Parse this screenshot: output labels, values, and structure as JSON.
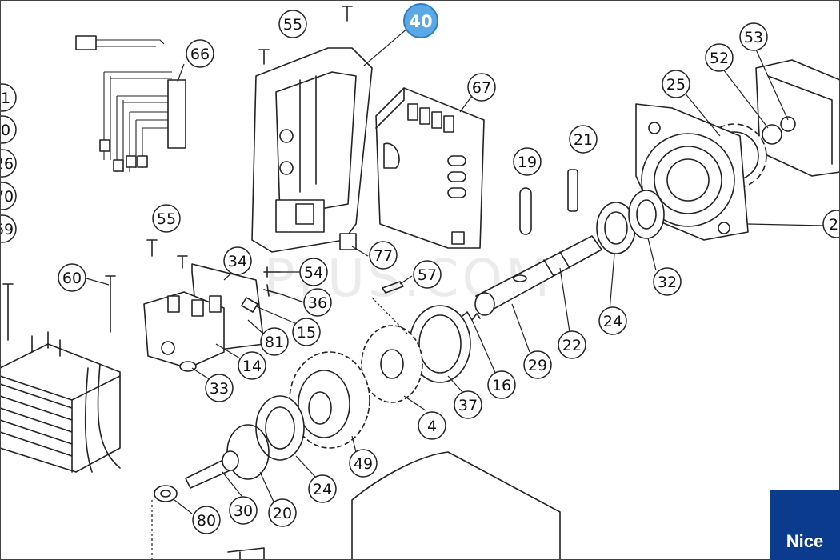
{
  "watermark": "PLUS.COM",
  "brand": {
    "text": "Nice",
    "color": "#0a3b8c"
  },
  "highlight_color": "#5aa9e6",
  "labels": [
    {
      "id": "55a",
      "text": "55",
      "highlight": false
    },
    {
      "id": "40",
      "text": "40",
      "highlight": true
    },
    {
      "id": "66",
      "text": "66",
      "highlight": false
    },
    {
      "id": "67",
      "text": "67",
      "highlight": false
    },
    {
      "id": "53",
      "text": "53",
      "highlight": false
    },
    {
      "id": "52",
      "text": "52",
      "highlight": false
    },
    {
      "id": "25",
      "text": "25",
      "highlight": false
    },
    {
      "id": "21",
      "text": "21",
      "highlight": false
    },
    {
      "id": "19",
      "text": "19",
      "highlight": false
    },
    {
      "id": "55b",
      "text": "55",
      "highlight": false
    },
    {
      "id": "77",
      "text": "77",
      "highlight": false
    },
    {
      "id": "34",
      "text": "34",
      "highlight": false
    },
    {
      "id": "54",
      "text": "54",
      "highlight": false
    },
    {
      "id": "57",
      "text": "57",
      "highlight": false
    },
    {
      "id": "60",
      "text": "60",
      "highlight": false
    },
    {
      "id": "36",
      "text": "36",
      "highlight": false
    },
    {
      "id": "15",
      "text": "15",
      "highlight": false
    },
    {
      "id": "81",
      "text": "81",
      "highlight": false
    },
    {
      "id": "14",
      "text": "14",
      "highlight": false
    },
    {
      "id": "33",
      "text": "33",
      "highlight": false
    },
    {
      "id": "32",
      "text": "32",
      "highlight": false
    },
    {
      "id": "24a",
      "text": "24",
      "highlight": false
    },
    {
      "id": "22",
      "text": "22",
      "highlight": false
    },
    {
      "id": "29",
      "text": "29",
      "highlight": false
    },
    {
      "id": "16",
      "text": "16",
      "highlight": false
    },
    {
      "id": "37",
      "text": "37",
      "highlight": false
    },
    {
      "id": "4",
      "text": "4",
      "highlight": false
    },
    {
      "id": "49",
      "text": "49",
      "highlight": false
    },
    {
      "id": "24b",
      "text": "24",
      "highlight": false
    },
    {
      "id": "30",
      "text": "30",
      "highlight": false
    },
    {
      "id": "20",
      "text": "20",
      "highlight": false
    },
    {
      "id": "80",
      "text": "80",
      "highlight": false
    },
    {
      "id": "l1",
      "text": "1",
      "highlight": false
    },
    {
      "id": "l0",
      "text": "0",
      "highlight": false
    },
    {
      "id": "l26",
      "text": "26",
      "highlight": false
    },
    {
      "id": "l70",
      "text": "70",
      "highlight": false
    },
    {
      "id": "l69",
      "text": "69",
      "highlight": false
    },
    {
      "id": "r2",
      "text": "2",
      "highlight": false
    }
  ]
}
